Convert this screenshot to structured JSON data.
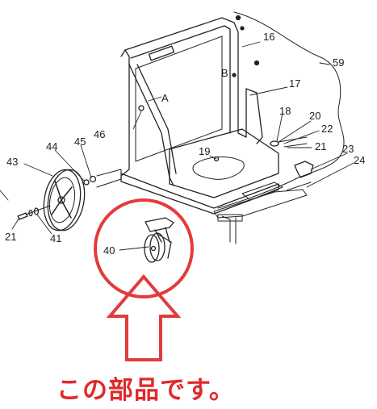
{
  "caption": "この部品です。",
  "callout_color": "#e33b3b",
  "part_labels": {
    "p16": "16",
    "p59": "59",
    "pB": "B",
    "p17": "17",
    "pA": "A",
    "p46": "46",
    "p18": "18",
    "p20": "20",
    "p22": "22",
    "p21a": "21",
    "p19": "19",
    "p23": "23",
    "p24": "24",
    "p45": "45",
    "p44": "44",
    "p43": "43",
    "p41": "41",
    "p21b": "21",
    "p40": "40"
  }
}
